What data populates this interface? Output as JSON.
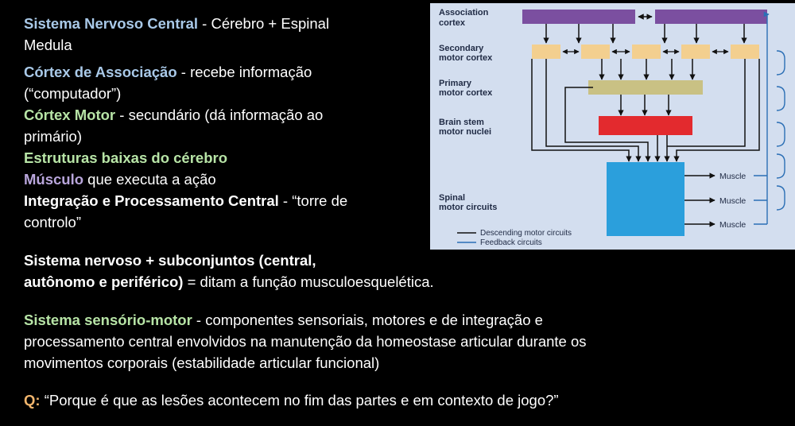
{
  "text": {
    "l1_a": "Sistema Nervoso Central",
    "l1_b": " - Cérebro + Espinal",
    "l2": "Medula",
    "l3_a": "Córtex de Associação",
    "l3_b": " - recebe informação",
    "l4": "(“computador”)",
    "l5_a": "Córtex Motor",
    "l5_b": " - secundário (dá informação ao",
    "l6": "primário)",
    "l7": "Estruturas baixas do cérebro",
    "l8_a": "Músculo",
    "l8_b": " que executa a ação",
    "l9_a": "Integração e Processamento Central",
    "l9_b": " - “torre de",
    "l10": "controlo”",
    "l11": "Sistema nervoso + subconjuntos (central,",
    "l12_a": "autônomo e periférico)",
    "l12_b": " = ditam a função musculoesquelética.",
    "l13_a": "Sistema sensório-motor",
    "l13_b": " - componentes sensoriais, motores e de integração e",
    "l14": "processamento central envolvidos na manutenção da homeostase articular durante os",
    "l15": "movimentos corporais (estabilidade articular funcional)",
    "l16_a": "Q:",
    "l16_b": " “Porque é que as lesões acontecem no fim das partes e em contexto de jogo?”"
  },
  "diagram": {
    "labels": {
      "assoc_1": "Association",
      "assoc_2": "cortex",
      "sec_1": "Secondary",
      "sec_2": "motor cortex",
      "prim_1": "Primary",
      "prim_2": "motor cortex",
      "brain_1": "Brain stem",
      "brain_2": "motor nuclei",
      "spinal_1": "Spinal",
      "spinal_2": "motor circuits"
    },
    "muscles": [
      "Muscle",
      "Muscle",
      "Muscle"
    ],
    "legend": {
      "descending": "Descending motor circuits",
      "feedback": "Feedback circuits"
    },
    "colors": {
      "background": "#d3deef",
      "association": "#7b4fa0",
      "secondary": "#f3cf8f",
      "primary": "#c9c184",
      "brain_stem": "#e32a2e",
      "spinal": "#2b9fdc",
      "feedback": "#2b6fb5"
    }
  }
}
